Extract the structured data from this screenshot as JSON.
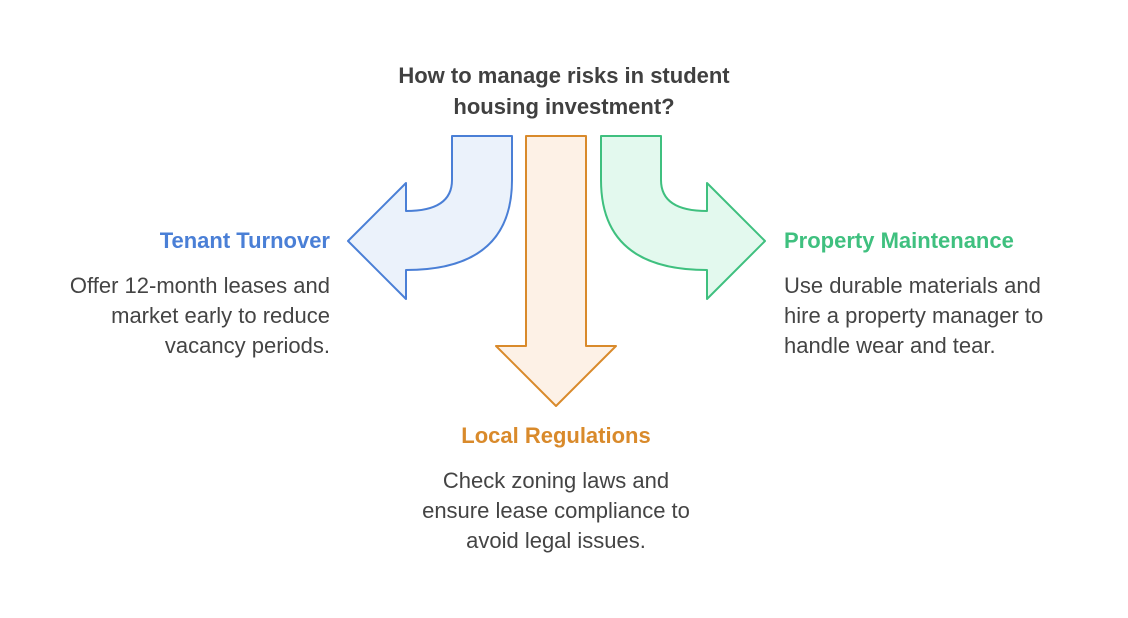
{
  "title": {
    "line1": "How to manage risks in student",
    "line2": "housing investment?"
  },
  "branches": {
    "left": {
      "heading": "Tenant Turnover",
      "lines": [
        "Offer 12-month leases and",
        "market early to reduce",
        "vacancy periods."
      ],
      "color": "#4a7fd6",
      "fill": "#ebf2fb"
    },
    "center": {
      "heading": "Local Regulations",
      "lines": [
        "Check zoning laws and",
        "ensure lease compliance to",
        "avoid legal issues."
      ],
      "color": "#d98a2b",
      "fill": "#fdf1e6"
    },
    "right": {
      "heading": "Property Maintenance",
      "lines": [
        "Use durable materials and",
        "hire a property manager to",
        "handle wear and tear."
      ],
      "color": "#3fc07f",
      "fill": "#e3f9ee"
    }
  }
}
